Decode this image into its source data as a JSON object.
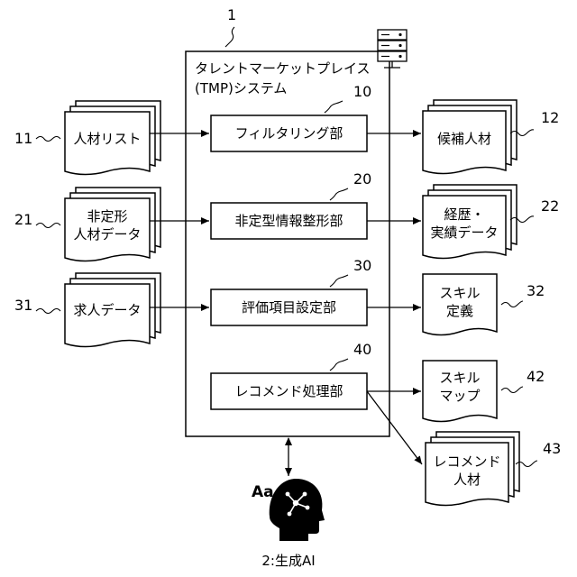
{
  "system": {
    "ref": "1",
    "title_line1": "タレントマーケットプレイス",
    "title_line2": "(TMP)システム"
  },
  "processors": [
    {
      "ref": "10",
      "label": "フィルタリング部"
    },
    {
      "ref": "20",
      "label": "非定型情報整形部"
    },
    {
      "ref": "30",
      "label": "評価項目設定部"
    },
    {
      "ref": "40",
      "label": "レコメンド処理部"
    }
  ],
  "inputs": [
    {
      "ref": "11",
      "lines": [
        "人材リスト"
      ]
    },
    {
      "ref": "21",
      "lines": [
        "非定形",
        "人材データ"
      ]
    },
    {
      "ref": "31",
      "lines": [
        "求人データ"
      ]
    }
  ],
  "outputs": [
    {
      "ref": "12",
      "lines": [
        "候補人材"
      ]
    },
    {
      "ref": "22",
      "lines": [
        "経歴・",
        "実績データ"
      ]
    },
    {
      "ref": "32",
      "lines": [
        "スキル",
        "定義"
      ]
    },
    {
      "ref": "42",
      "lines": [
        "スキル",
        "マップ"
      ]
    },
    {
      "ref": "43",
      "lines": [
        "レコメンド",
        "人材"
      ]
    }
  ],
  "ai": {
    "label": "2:生成AI",
    "glyph": "Aa",
    "icon": "brain-head-icon"
  },
  "server_icon": "server-rack-icon"
}
